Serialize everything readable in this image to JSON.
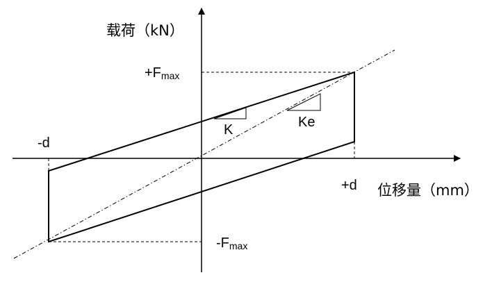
{
  "axes": {
    "y_label": "载荷（kN）",
    "x_label": "位移量（mm）"
  },
  "labels": {
    "plus_f_prefix": "+F",
    "minus_f_prefix": "-F",
    "f_subscript": "max",
    "minus_d": "-d",
    "plus_d": "+d",
    "k": "K",
    "ke": "Ke"
  }
}
